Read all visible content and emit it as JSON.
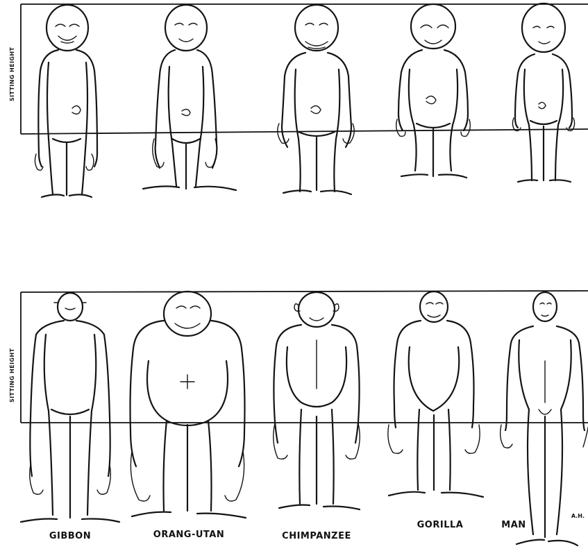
{
  "panels": [
    {
      "id": "infants",
      "axis_label": "SITTING HEIGHT",
      "figures": [
        {
          "key": "gibbon"
        },
        {
          "key": "orang-utan"
        },
        {
          "key": "chimpanzee"
        },
        {
          "key": "gorilla"
        },
        {
          "key": "man"
        }
      ]
    },
    {
      "id": "adults",
      "axis_label": "SITTING HEIGHT",
      "figures": [
        {
          "key": "gibbon",
          "label": "GIBBON"
        },
        {
          "key": "orang-utan",
          "label": "ORANG-UTAN"
        },
        {
          "key": "chimpanzee",
          "label": "CHIMPANZEE"
        },
        {
          "key": "gorilla",
          "label": "GORILLA"
        },
        {
          "key": "man",
          "label": "MAN"
        }
      ]
    }
  ],
  "artist_initials": "A.H."
}
